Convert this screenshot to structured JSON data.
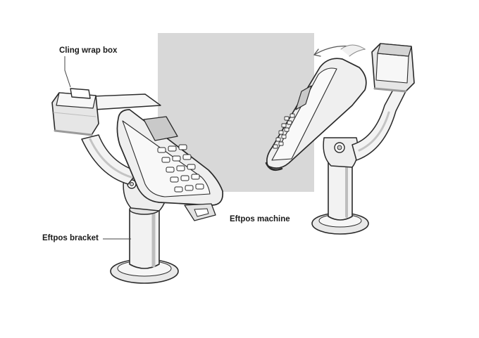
{
  "labels": {
    "cling_wrap_box": "Cling wrap box",
    "eftpos_machine": "Eftpos machine",
    "eftpos_bracket": "Eftpos bracket"
  },
  "colors": {
    "ink": "#2a2a2a",
    "panel": "#d8d8d8",
    "shade": "#c9c9c9",
    "light": "#ececec"
  }
}
